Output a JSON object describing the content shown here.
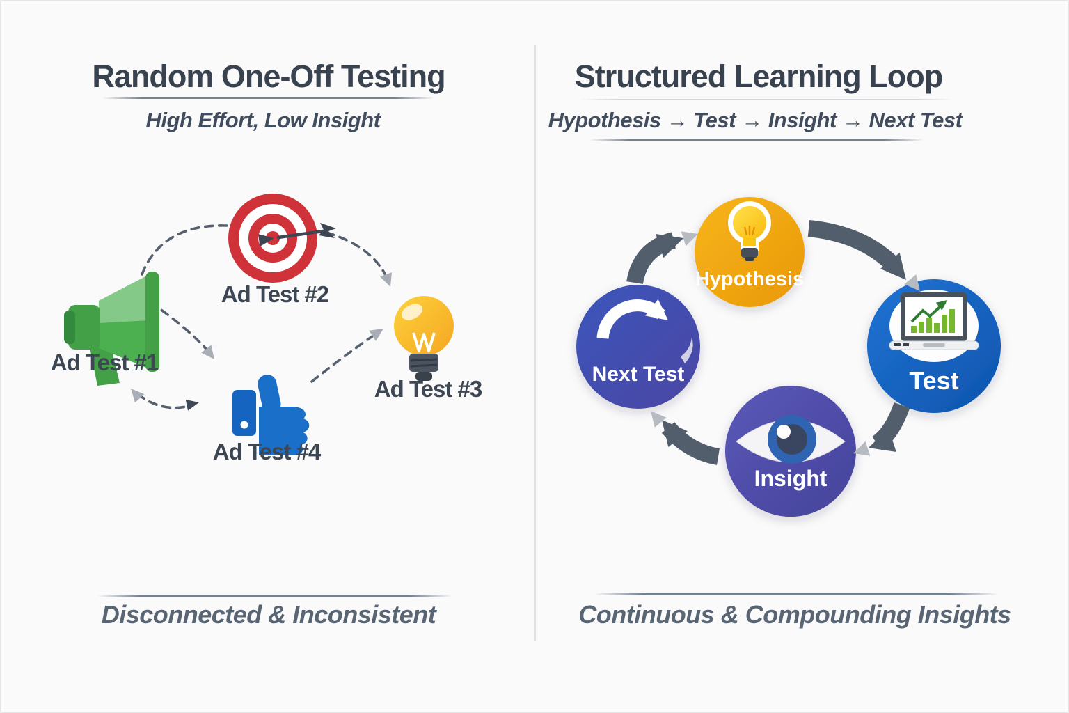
{
  "meta": {
    "background_color": "#fafafb",
    "divider_color": "#dfe1e5",
    "title_color": "#39434f",
    "caption_color": "#5a6574",
    "dashed_arrow_color": "#57606f",
    "loop_arrow_color": "#535e6d"
  },
  "left_panel": {
    "title": "Random One-Off Testing",
    "subtitle": "High Effort, Low Insight",
    "caption": "Disconnected & Inconsistent",
    "nodes": [
      {
        "label": "Ad Test #1",
        "icon": "megaphone",
        "color": "#43a047"
      },
      {
        "label": "Ad Test #2",
        "icon": "target",
        "color": "#cf3238"
      },
      {
        "label": "Ad Test #3",
        "icon": "lightbulb",
        "color": "#f9b914"
      },
      {
        "label": "Ad Test #4",
        "icon": "thumbs-up",
        "color": "#1a6fc9"
      }
    ]
  },
  "right_panel": {
    "title": "Structured Learning Loop",
    "subtitle": "Hypothesis → Test → Insight → Next Test",
    "caption": "Continuous & Compounding Insights",
    "loop_steps": [
      {
        "label": "Hypothesis",
        "icon": "lightbulb",
        "color": "#f2a90d"
      },
      {
        "label": "Test",
        "icon": "laptop-chart",
        "color": "#1565c4"
      },
      {
        "label": "Insight",
        "icon": "eye",
        "color": "#4d4ca6"
      },
      {
        "label": "Next Test",
        "icon": "loop-arrow",
        "color": "#4649a8"
      }
    ]
  }
}
